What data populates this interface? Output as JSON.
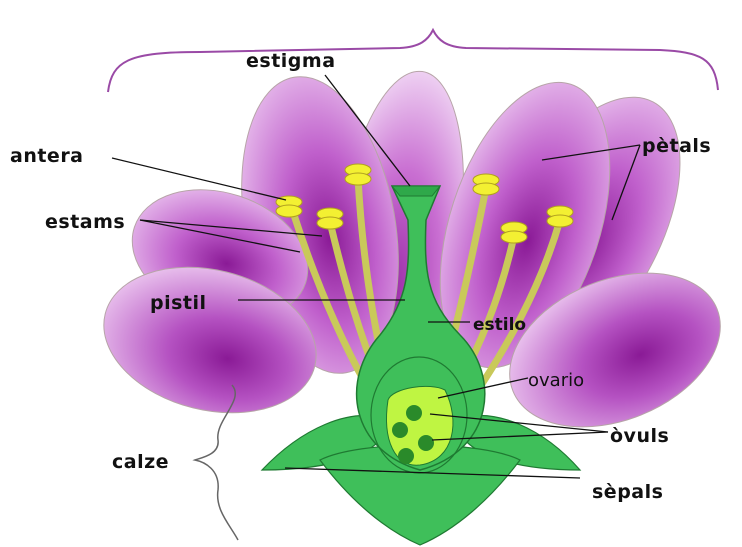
{
  "labels": {
    "estigma": "estigma",
    "antera": "antera",
    "estams": "estams",
    "petals": "pètals",
    "pistil": "pistil",
    "estilo": "estilo",
    "ovario": "ovario",
    "ovuls": "òvuls",
    "calze": "calze",
    "sepals": "sèpals"
  },
  "colors": {
    "petal": "#c66ad0",
    "petal_dark": "#8a1a96",
    "petal_light": "#e9c6ee",
    "pistil_green": "#3fbf5a",
    "pistil_outline": "#1f7a32",
    "ovary_inner": "#bff542",
    "ovule": "#2a8a2a",
    "filament": "#c9c95a",
    "anther": "#f3f032",
    "bracket": "#9a4aa6"
  }
}
